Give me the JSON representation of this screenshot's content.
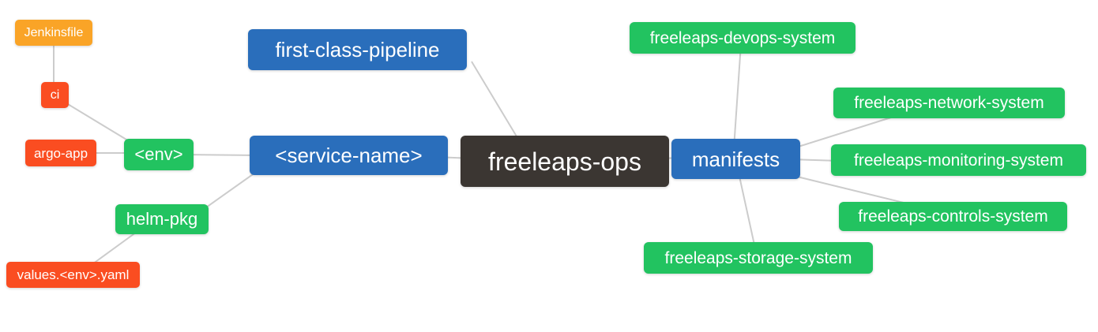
{
  "colors": {
    "root_bg": "#3B3632",
    "branch_bg": "#2A6EBB",
    "leaf_bg": "#22C360",
    "file_bg": "#FA4D21",
    "amber_bg": "#FAA427",
    "edge": "#CCCCCC",
    "text": "#FFFFFF"
  },
  "nodes": {
    "root": {
      "label": "freeleaps-ops"
    },
    "first_class_pipeline": {
      "label": "first-class-pipeline"
    },
    "service_name": {
      "label": "<service-name>"
    },
    "manifests": {
      "label": "manifests"
    },
    "env": {
      "label": "<env>"
    },
    "helm_pkg": {
      "label": "helm-pkg"
    },
    "ci": {
      "label": "ci"
    },
    "jenkinsfile": {
      "label": "Jenkinsfile"
    },
    "argo_app": {
      "label": "argo-app"
    },
    "values_env_yaml": {
      "label": "values.<env>.yaml"
    },
    "devops_system": {
      "label": "freeleaps-devops-system"
    },
    "network_system": {
      "label": "freeleaps-network-system"
    },
    "monitoring_system": {
      "label": "freeleaps-monitoring-system"
    },
    "controls_system": {
      "label": "freeleaps-controls-system"
    },
    "storage_system": {
      "label": "freeleaps-storage-system"
    }
  },
  "edges": [
    {
      "from": "jenkinsfile",
      "to": "ci"
    },
    {
      "from": "ci",
      "to": "env"
    },
    {
      "from": "argo_app",
      "to": "env"
    },
    {
      "from": "env",
      "to": "service_name"
    },
    {
      "from": "helm_pkg",
      "to": "service_name"
    },
    {
      "from": "values_env_yaml",
      "to": "helm_pkg"
    },
    {
      "from": "first_class_pipeline",
      "to": "root"
    },
    {
      "from": "service_name",
      "to": "root"
    },
    {
      "from": "root",
      "to": "manifests"
    },
    {
      "from": "manifests",
      "to": "devops_system"
    },
    {
      "from": "manifests",
      "to": "network_system"
    },
    {
      "from": "manifests",
      "to": "monitoring_system"
    },
    {
      "from": "manifests",
      "to": "controls_system"
    },
    {
      "from": "manifests",
      "to": "storage_system"
    }
  ]
}
